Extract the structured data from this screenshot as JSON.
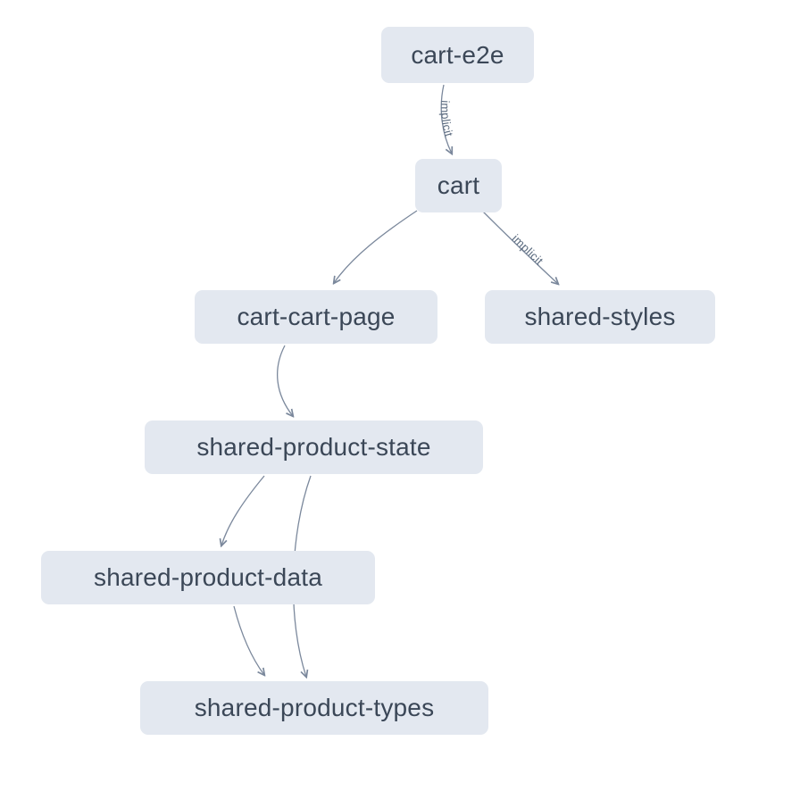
{
  "colors": {
    "background": "#ffffff",
    "node_background": "#e3e8f0",
    "node_text": "#3b4757",
    "edge": "#64748b",
    "edge_label": "#5b6b7f"
  },
  "nodes": [
    {
      "id": "cart-e2e",
      "label": "cart-e2e"
    },
    {
      "id": "cart",
      "label": "cart"
    },
    {
      "id": "cart-cart-page",
      "label": "cart-cart-page"
    },
    {
      "id": "shared-styles",
      "label": "shared-styles"
    },
    {
      "id": "shared-product-state",
      "label": "shared-product-state"
    },
    {
      "id": "shared-product-data",
      "label": "shared-product-data"
    },
    {
      "id": "shared-product-types",
      "label": "shared-product-types"
    }
  ],
  "edges": [
    {
      "from": "cart-e2e",
      "to": "cart",
      "label": "implicit"
    },
    {
      "from": "cart",
      "to": "cart-cart-page",
      "label": ""
    },
    {
      "from": "cart",
      "to": "shared-styles",
      "label": "implicit"
    },
    {
      "from": "cart-cart-page",
      "to": "shared-product-state",
      "label": ""
    },
    {
      "from": "shared-product-state",
      "to": "shared-product-data",
      "label": ""
    },
    {
      "from": "shared-product-state",
      "to": "shared-product-types",
      "label": ""
    },
    {
      "from": "shared-product-data",
      "to": "shared-product-types",
      "label": ""
    }
  ]
}
